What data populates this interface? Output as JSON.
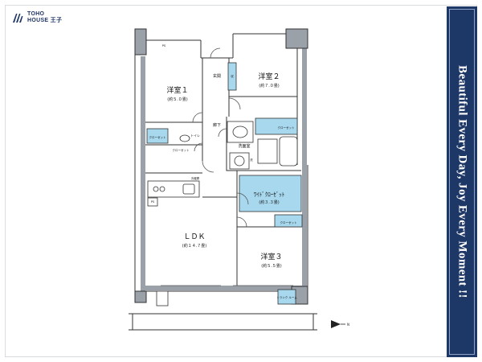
{
  "brand": {
    "line1": "TOHO",
    "line2": "HOUSE 王子"
  },
  "tagline": "Beautiful  Every Day, Joy Every Moment !!",
  "colors": {
    "navy": "#1d3766",
    "wall": "#9aa1a9",
    "storage": "#a8d8ee",
    "line": "#333333"
  },
  "rooms": {
    "western1": {
      "name": "洋室１",
      "size": "(約５.０畳)"
    },
    "western2": {
      "name": "洋室２",
      "size": "(約７.０畳)"
    },
    "western3": {
      "name": "洋室３",
      "size": "(約５.５畳)"
    },
    "ldk": {
      "name": "ＬＤＫ",
      "size": "(約１４.７畳)"
    },
    "walkin": {
      "name": "ﾜｲﾄﾞｸﾛｰｾﾞｯﾄ",
      "size": "(約３.３畳)"
    },
    "entrance": "玄関",
    "hallway": "廊下",
    "washroom": "洗面室",
    "toilet": "トイレ"
  },
  "small_labels": {
    "closet1": "クローゼット",
    "closet2": "クローゼット",
    "closet3": "クローゼット",
    "closet4": "クローゼット",
    "fridge": "冷蔵庫",
    "ps1": "PS",
    "ps2": "PS",
    "trunk": "トランク\nルーム",
    "wm": "洗",
    "shoes": "収"
  },
  "compass": "N"
}
